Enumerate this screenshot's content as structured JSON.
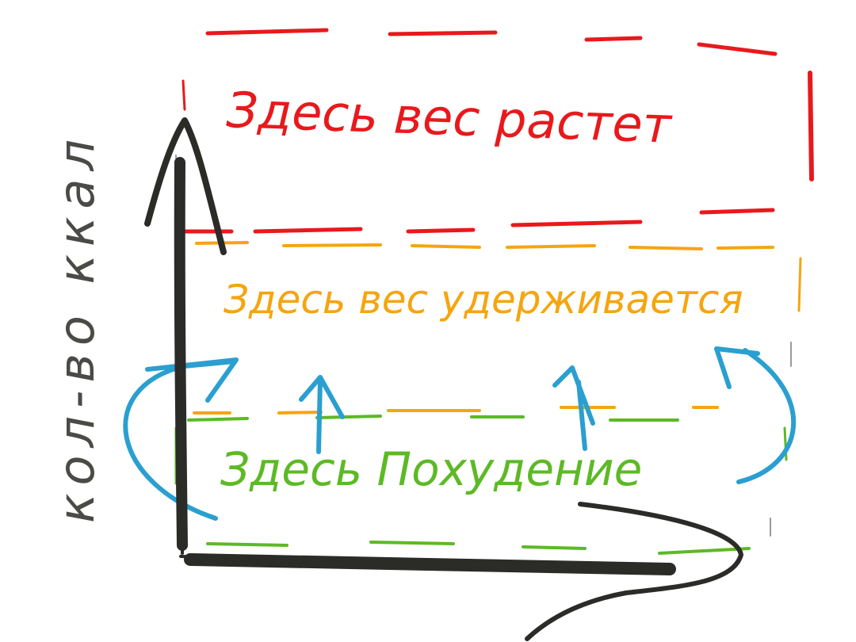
{
  "diagram": {
    "y_axis_label": "кол-во ккал",
    "zones": [
      {
        "id": "gain",
        "label": "Здесь вес растет",
        "color": "#e8191c"
      },
      {
        "id": "maintain",
        "label": "Здесь вес удерживается",
        "color": "#f5a50f"
      },
      {
        "id": "loss",
        "label": "Здесь Похудение",
        "color": "#5db925"
      }
    ],
    "colors": {
      "axis": "#2b2b28",
      "arrows": "#2a9fd0"
    }
  }
}
